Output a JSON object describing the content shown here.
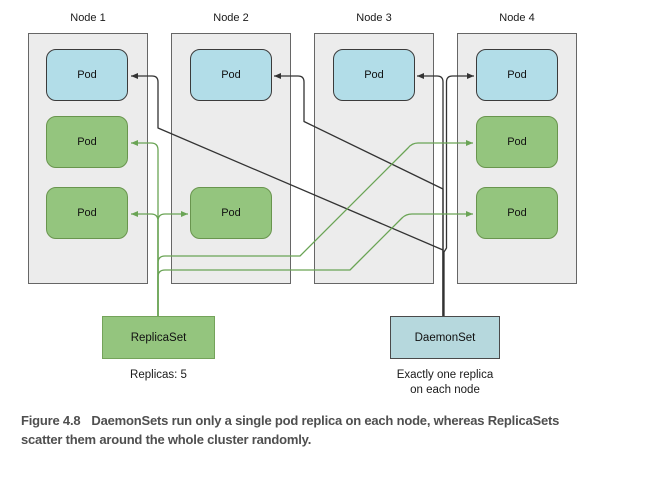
{
  "figure": {
    "nodes": [
      {
        "label": "Node 1",
        "pods": [
          {
            "kind": "daemonset-pod",
            "label": "Pod"
          },
          {
            "kind": "replicaset-pod",
            "label": "Pod"
          },
          {
            "kind": "replicaset-pod",
            "label": "Pod"
          }
        ]
      },
      {
        "label": "Node 2",
        "pods": [
          {
            "kind": "daemonset-pod",
            "label": "Pod"
          },
          {
            "kind": "replicaset-pod",
            "label": "Pod"
          }
        ]
      },
      {
        "label": "Node 3",
        "pods": [
          {
            "kind": "daemonset-pod",
            "label": "Pod"
          }
        ]
      },
      {
        "label": "Node 4",
        "pods": [
          {
            "kind": "daemonset-pod",
            "label": "Pod"
          },
          {
            "kind": "replicaset-pod",
            "label": "Pod"
          },
          {
            "kind": "replicaset-pod",
            "label": "Pod"
          }
        ]
      }
    ],
    "replicaset": {
      "label": "ReplicaSet",
      "note": "Replicas: 5"
    },
    "daemonset": {
      "label": "DaemonSet",
      "note_line1": "Exactly one replica",
      "note_line2": "on each node"
    },
    "colors": {
      "node_fill": "#ececec",
      "node_border": "#666666",
      "daemon_pod_fill": "#b2dde8",
      "daemon_pod_border": "#3b3b3b",
      "replica_pod_fill": "#94c57e",
      "replica_pod_border": "#69954e",
      "replicaset_box_fill": "#94c57e",
      "replicaset_box_border": "#74a35a",
      "daemonset_box_fill": "#b6d8dd",
      "daemonset_box_border": "#4a4a4a",
      "replicaset_line": "#6aa455",
      "daemonset_line": "#333333"
    }
  },
  "caption": {
    "label": "Figure 4.8",
    "line1": "DaemonSets run only a single pod replica on each node, whereas ReplicaSets",
    "line2": "scatter them around the whole cluster randomly."
  }
}
